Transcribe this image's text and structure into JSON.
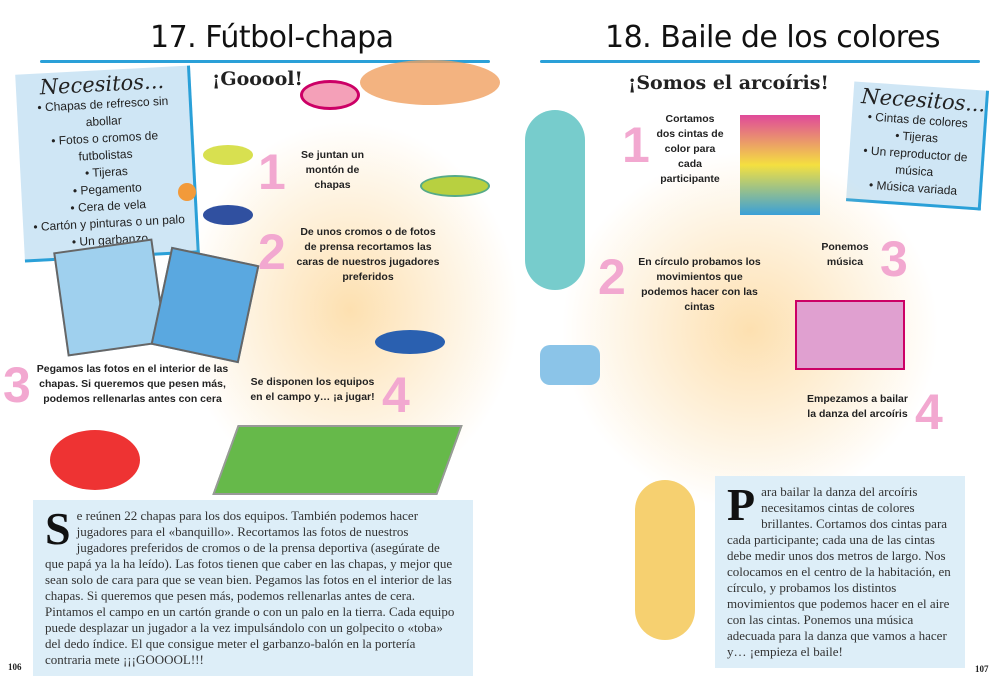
{
  "left": {
    "title": "17. Fútbol-chapa",
    "subtitle": "¡Gooool!",
    "needs_title": "Necesitos...",
    "needs": [
      "Chapas de refresco sin abollar",
      "Fotos o cromos de futbolistas",
      "Tijeras",
      "Pegamento",
      "Cera de vela",
      "Cartón y pinturas o un palo",
      "Un garbanzo"
    ],
    "steps": [
      {
        "num": "1",
        "text": "Se juntan un montón de chapas"
      },
      {
        "num": "2",
        "text": "De unos cromos o de fotos de prensa recortamos las caras de nuestros jugadores preferidos"
      },
      {
        "num": "3",
        "text": "Pegamos las fotos en el interior de las chapas. Si queremos que pesen más, podemos rellenarlas antes con cera"
      },
      {
        "num": "4",
        "text": "Se disponen los equipos en el campo y… ¡a jugar!"
      }
    ],
    "drop_cap": "S",
    "body": "e reúnen 22 chapas para los dos equipos. También podemos hacer jugadores para el «banquillo». Recortamos las fotos de nuestros jugadores preferidos de cromos o de la prensa deportiva (asegúrate de que papá ya la ha leído). Las fotos tienen que caber en las chapas, y mejor que sean solo de cara para que se vean bien. Pegamos las fotos en el interior de las chapas. Si queremos que pesen más, podemos rellenarlas antes de cera. Pintamos el campo en un cartón grande o con un palo en la tierra. Cada equipo puede desplazar un jugador a la vez impulsándolo con un golpecito o «toba» del dedo índice. El que consigue meter el garbanzo-balón en la portería contraria mete ¡¡¡GOOOOL!!!",
    "page": "106"
  },
  "right": {
    "title": "18. Baile de los colores",
    "subtitle": "¡Somos el arcoíris!",
    "needs_title": "Necesitos...",
    "needs": [
      "Cintas de colores",
      "Tijeras",
      "Un reproductor de música",
      "Música variada"
    ],
    "steps": [
      {
        "num": "1",
        "text": "Cortamos dos cintas de color para cada participante"
      },
      {
        "num": "2",
        "text": "En círculo probamos los movimientos que podemos hacer con las cintas"
      },
      {
        "num": "3",
        "text": "Ponemos música"
      },
      {
        "num": "4",
        "text": "Empezamos a bailar la danza del arcoíris"
      }
    ],
    "drop_cap": "P",
    "body": "ara bailar la danza del arcoíris necesitamos cintas de colores brillantes. Cortamos dos cintas para cada participante; cada una de las cintas debe medir unos dos metros de largo. Nos colocamos en el centro de la habitación, en círculo, y probamos los distintos movimientos que podemos hacer en el aire con las cintas. Ponemos una música adecuada para la danza que vamos a hacer y… ¡empieza el baile!",
    "page": "107"
  }
}
